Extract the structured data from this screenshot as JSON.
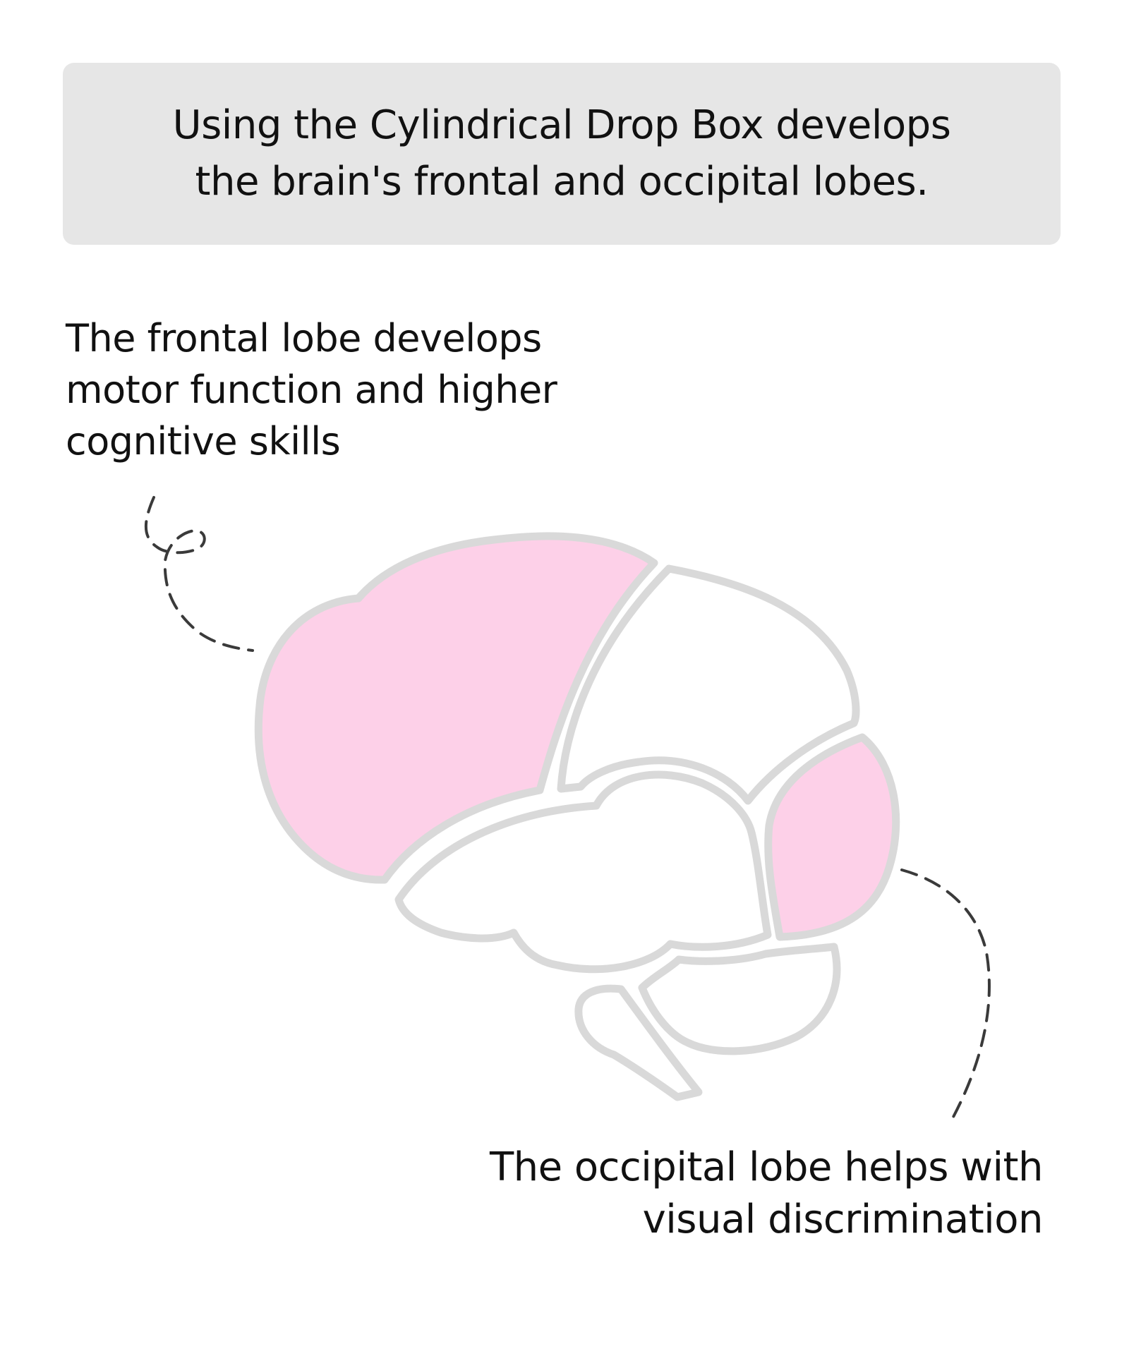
{
  "header": {
    "title_lines": [
      "Using the Cylindrical Drop Box develops",
      "the brain's frontal and occipital lobes."
    ]
  },
  "callouts": {
    "frontal": {
      "lines": [
        "The frontal lobe develops",
        "motor function and higher",
        "cognitive skills"
      ]
    },
    "occipital": {
      "lines": [
        "The occipital lobe helps with",
        "visual discrimination"
      ]
    }
  },
  "colors": {
    "header_bg": "#e6e6e6",
    "outline": "#d9d9d9",
    "highlight_fill": "#fdd0e8",
    "dashed_line": "#3a3a3a",
    "text": "#111111"
  }
}
